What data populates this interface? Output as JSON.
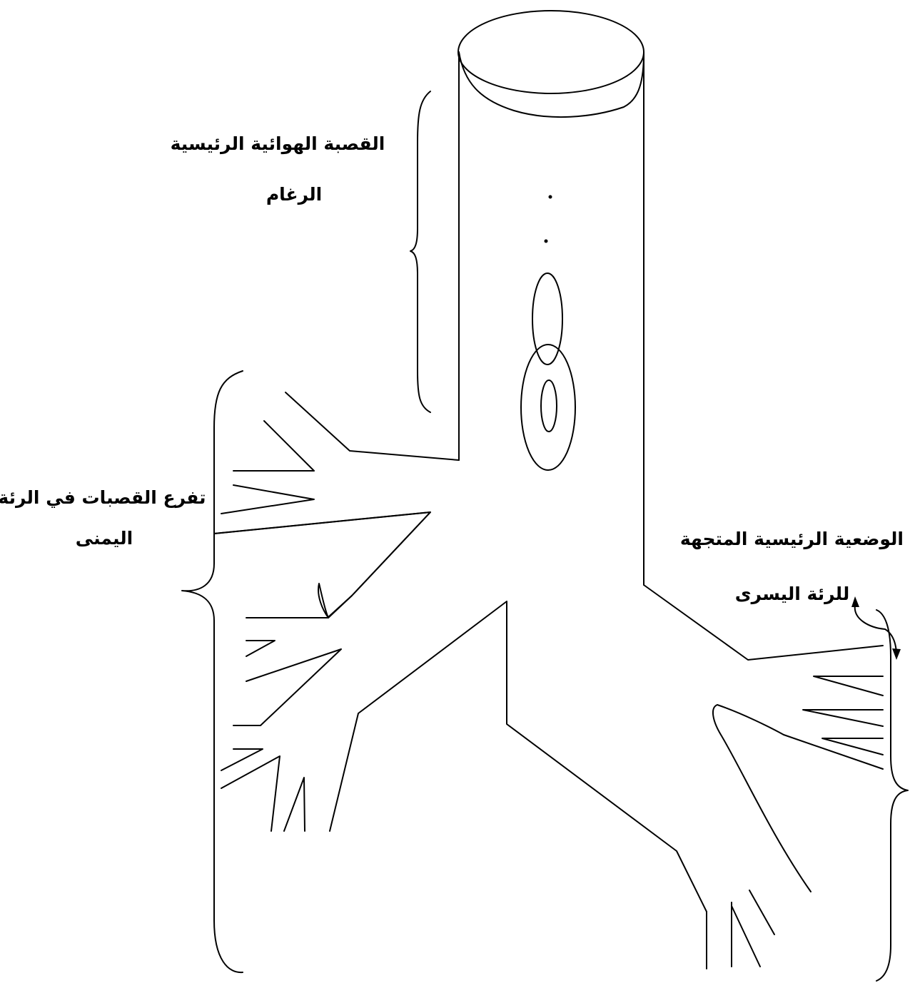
{
  "labels": {
    "trachea_line1": "القصبة الهوائية الرئيسية",
    "trachea_line2": "الرغام",
    "right_lung_line1": "تفرع القصبات في الرئة",
    "right_lung_line2": "اليمنى",
    "left_lung_line1": "الوضعية الرئيسية المتجهة",
    "left_lung_line2": "للرئة اليسرى"
  },
  "colors": {
    "stroke": "#000000",
    "background": "#ffffff"
  }
}
